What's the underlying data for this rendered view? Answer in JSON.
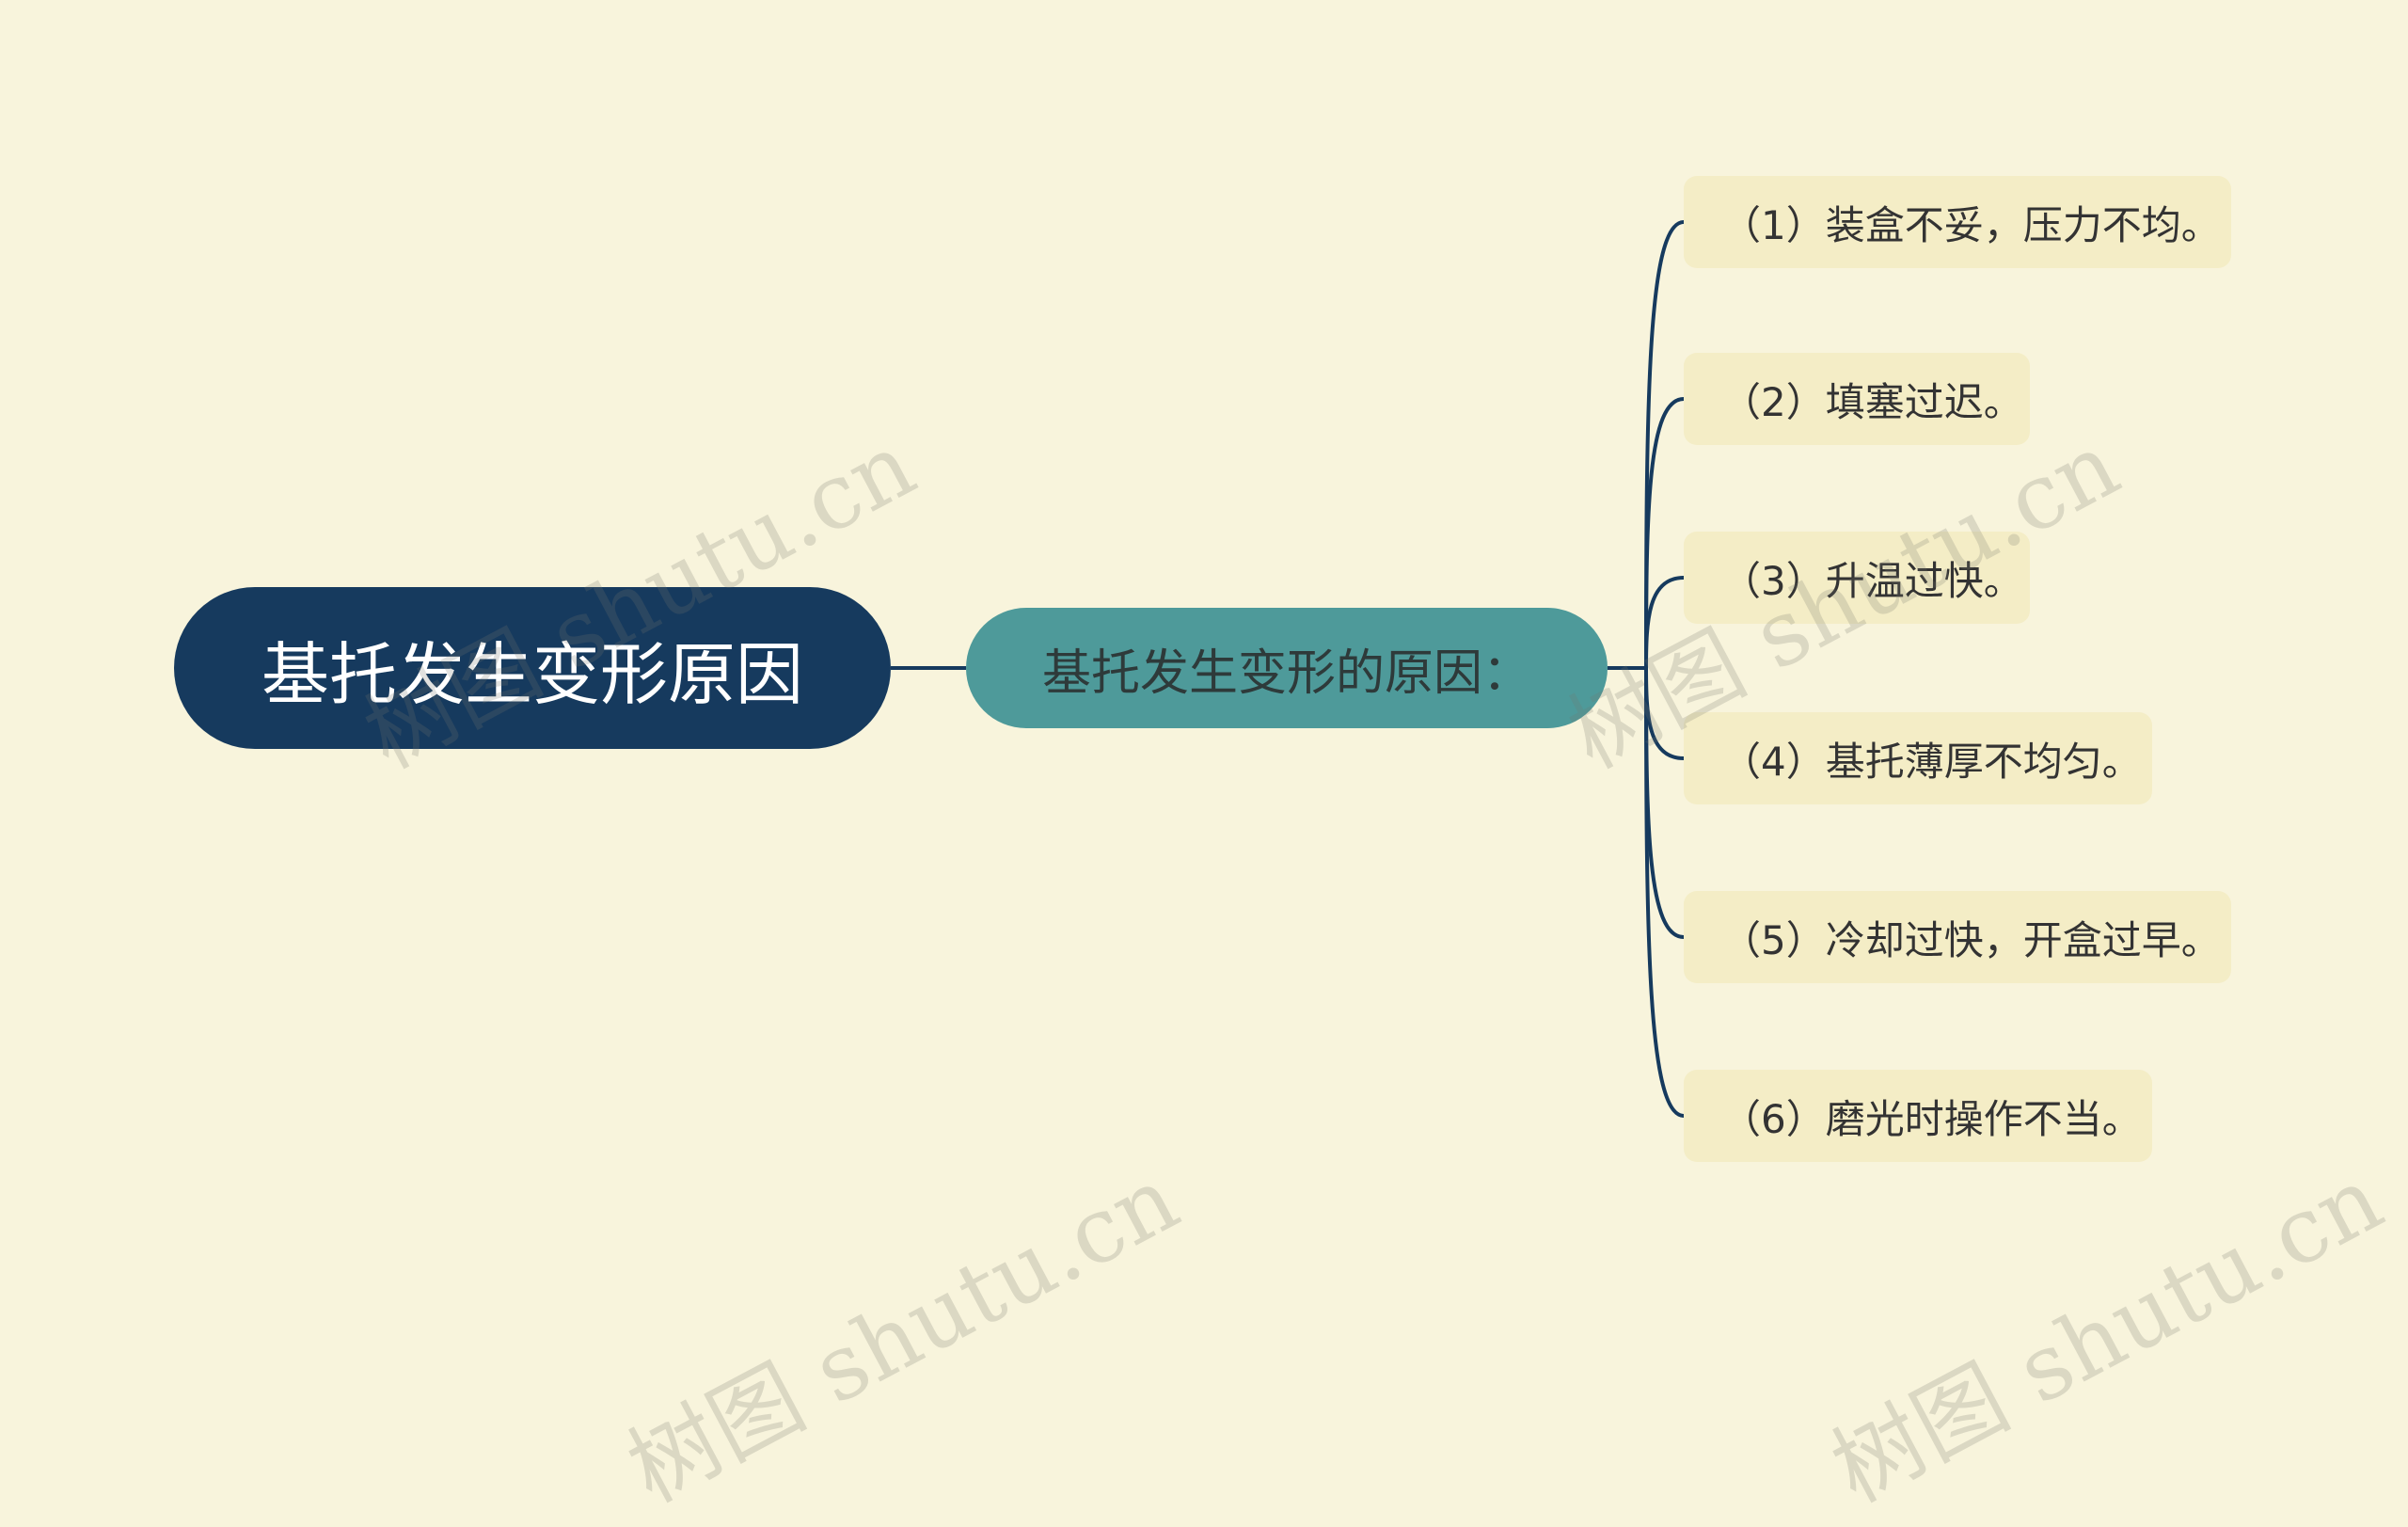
{
  "watermark": {
    "text": "树图 shutu.cn"
  },
  "mindmap": {
    "root": {
      "label": "基托发生变形原因"
    },
    "branch": {
      "label": "基托发生变形的原因："
    },
    "leaves": [
      {
        "label": "（1）装盒不妥，压力不均。"
      },
      {
        "label": "（2）填塞过迟。"
      },
      {
        "label": "（3）升温过快。"
      },
      {
        "label": "（4）基托薄厚不均匀。"
      },
      {
        "label": "（5）冷却过快，开盒过早。"
      },
      {
        "label": "（6）磨光时操作不当。"
      }
    ]
  },
  "colors": {
    "background": "#f8f4dc",
    "root_fill": "#163a5e",
    "branch_fill": "#4e9a9a",
    "leaf_fill": "#f4edc6",
    "connector": "#163a5e"
  }
}
